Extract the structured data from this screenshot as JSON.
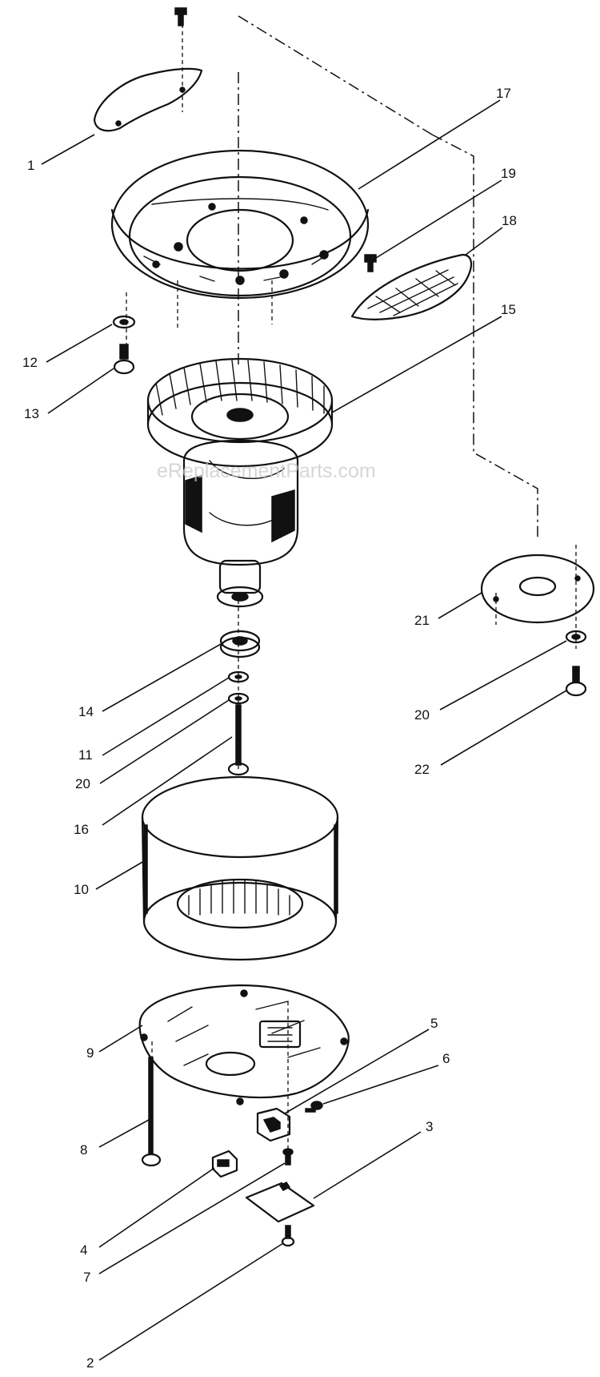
{
  "watermark": "eReplacementParts.com",
  "callouts": {
    "p1": "1",
    "p2": "2",
    "p3": "3",
    "p4": "4",
    "p5": "5",
    "p6": "6",
    "p7": "7",
    "p8": "8",
    "p9": "9",
    "p10": "10",
    "p11": "11",
    "p12": "12",
    "p13": "13",
    "p14": "14",
    "p15": "15",
    "p16": "16",
    "p17": "17",
    "p18": "18",
    "p19": "19",
    "p20a": "20",
    "p20b": "20",
    "p21": "21",
    "p22": "22"
  }
}
